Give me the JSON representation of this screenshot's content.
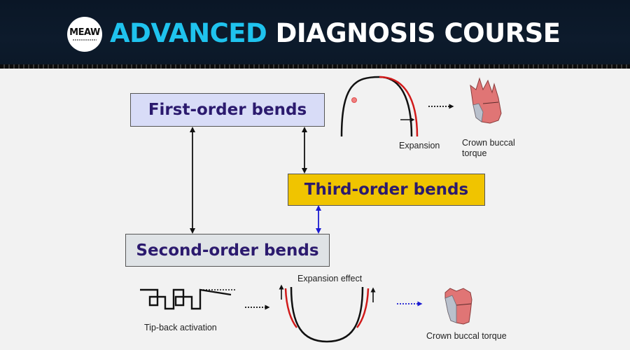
{
  "header": {
    "logo_text": "MEAW",
    "title_accent": "ADVANCED",
    "title_main": "DIAGNOSIS COURSE"
  },
  "diagram": {
    "boxes": {
      "first_order": "First-order bends",
      "third_order": "Third-order bends",
      "second_order": "Second-order bends"
    },
    "labels": {
      "expansion": "Expansion",
      "crown_buccal_torque_top_line1": "Crown buccal",
      "crown_buccal_torque_top_line2": "torque",
      "expansion_effect": "Expansion effect",
      "tip_back_activation": "Tip-back activation",
      "crown_buccal_torque_bottom": "Crown buccal torque"
    }
  },
  "colors": {
    "header_bg": "#0b1828",
    "title_accent": "#1fc3ee",
    "first_order_box": "#d8dcf7",
    "third_order_box": "#f0c400",
    "second_order_box": "#dfe3e6",
    "box_text": "#2b1a6e",
    "wire_red": "#d11a1a",
    "blue_arrow": "#1a1ad1"
  },
  "icons": {
    "molar_top": "molar-tooth-icon",
    "molar_bottom": "molar-tooth-icon",
    "logo": "meaw-logo"
  }
}
